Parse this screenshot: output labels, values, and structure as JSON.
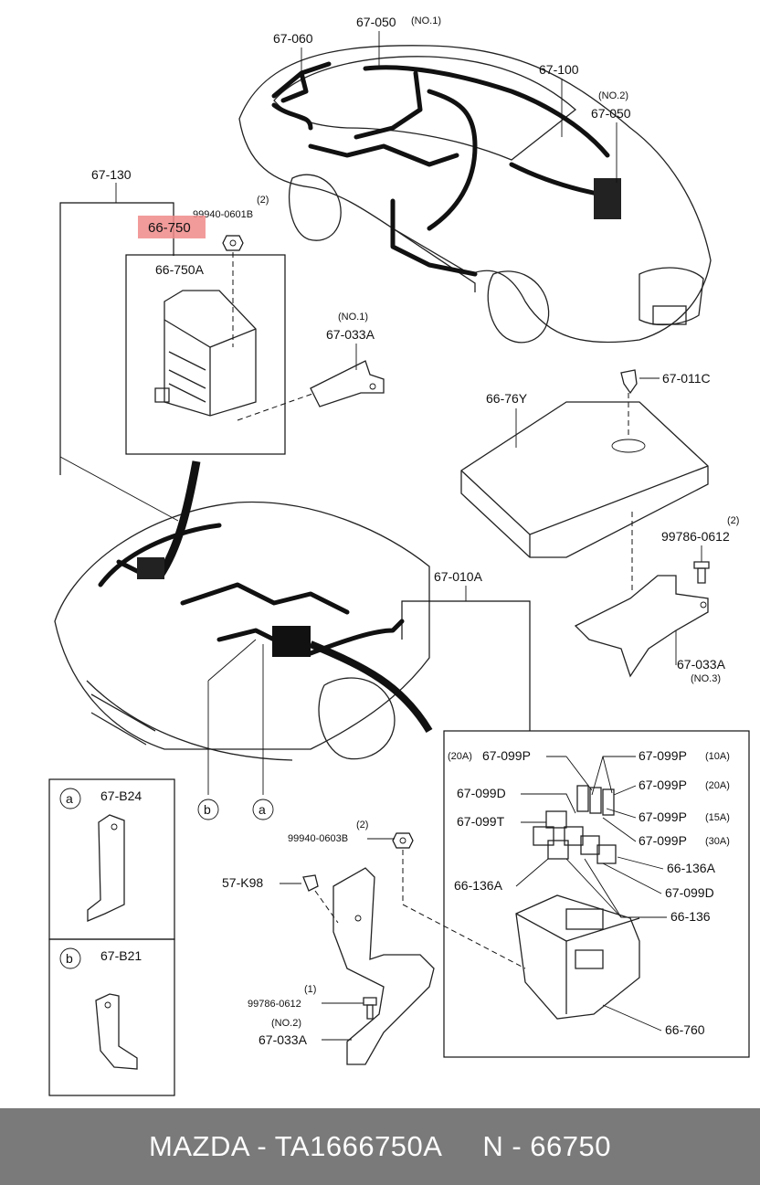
{
  "labels": {
    "p67_060": "67-060",
    "p67_050": "67-050",
    "no1_top": "(NO.1)",
    "p67_100": "67-100",
    "no2_top": "(NO.2)",
    "p67_050b": "67-050",
    "p67_130": "67-130",
    "q2_a": "(2)",
    "p99940_0601b": "99940-0601B",
    "p66_750": "66-750",
    "p66_750a": "66-750A",
    "no1_mid": "(NO.1)",
    "p67_033a_1": "67-033A",
    "p67_011c": "67-011C",
    "p66_76y": "66-76Y",
    "q2_b": "(2)",
    "p99786_0612_top": "99786-0612",
    "p67_010a": "67-010A",
    "p67_033a_3": "67-033A",
    "no3": "(NO.3)",
    "b_callout": "b",
    "a_callout": "a",
    "p20a_left": "(20A)",
    "p67_099p_l": "67-099P",
    "p67_099p_10a": "67-099P",
    "s10a": "(10A)",
    "p67_099d_l": "67-099D",
    "p67_099p_20a": "67-099P",
    "s20a": "(20A)",
    "p67_099t": "67-099T",
    "p67_099p_15a": "67-099P",
    "s15a": "(15A)",
    "q2_c": "(2)",
    "p99940_0603b": "99940-0603B",
    "p67_099p_30a": "67-099P",
    "s30a": "(30A)",
    "p57_k98": "57-K98",
    "p66_136a_l": "66-136A",
    "p66_136a_r": "66-136A",
    "p67_099d_r": "67-099D",
    "p66_136": "66-136",
    "q1": "(1)",
    "p99786_0612_bot": "99786-0612",
    "no2_bot": "(NO.2)",
    "p67_033a_2": "67-033A",
    "p66_760": "66-760",
    "inset_a_letter": "a",
    "inset_a_part": "67-B24",
    "inset_b_letter": "b",
    "inset_b_part": "67-B21"
  },
  "highlight_color": "#f08a8a",
  "footer": {
    "text": "MAZDA - TA1666750A     N - 66750",
    "background": "#7a7a7a"
  }
}
